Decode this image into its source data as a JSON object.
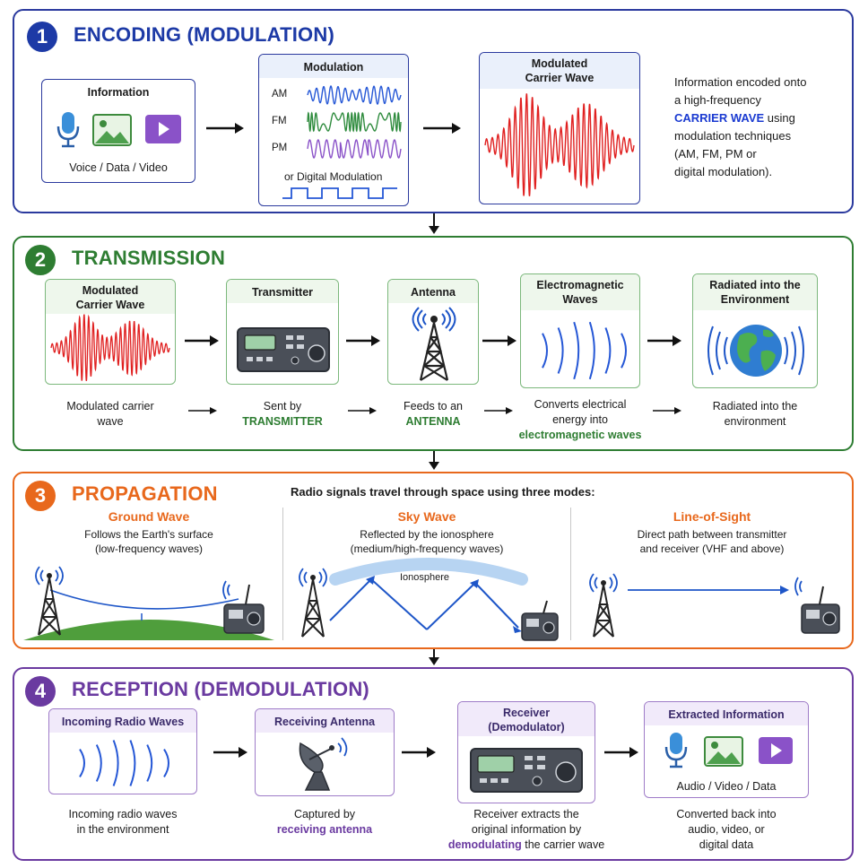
{
  "s1": {
    "number": "1",
    "title": "ENCODING (MODULATION)",
    "info_box": {
      "title": "Information",
      "caption": "Voice / Data / Video",
      "icons": [
        "microphone-icon",
        "image-icon",
        "video-play-icon"
      ]
    },
    "mod_box": {
      "title": "Modulation",
      "am": "AM",
      "fm": "FM",
      "pm": "PM",
      "digital": "or Digital Modulation"
    },
    "carrier_box": {
      "title_line1": "Modulated",
      "title_line2": "Carrier Wave"
    },
    "desc": {
      "l1": "Information encoded onto",
      "l2": "a high-frequency",
      "l3_hl": "CARRIER WAVE",
      "l3_rest": " using",
      "l4": "modulation techniques",
      "l5": "(AM, FM, PM or",
      "l6": "digital modulation)."
    }
  },
  "s2": {
    "number": "2",
    "title": "TRANSMISSION",
    "boxes": [
      {
        "title_line1": "Modulated",
        "title_line2": "Carrier Wave"
      },
      {
        "title_line1": "Transmitter",
        "title_line2": ""
      },
      {
        "title_line1": "Antenna",
        "title_line2": ""
      },
      {
        "title_line1": "Electromagnetic",
        "title_line2": "Waves"
      },
      {
        "title_line1": "Radiated into the",
        "title_line2": "Environment"
      }
    ],
    "captions": [
      {
        "l1": "Modulated carrier",
        "l2": "wave",
        "hl": ""
      },
      {
        "l1": "Sent by",
        "l2": "",
        "hl": "TRANSMITTER"
      },
      {
        "l1": "Feeds to an",
        "l2": "",
        "hl": "ANTENNA"
      },
      {
        "l1": "Converts electrical",
        "l2": "energy into",
        "hl": "electromagnetic waves"
      },
      {
        "l1": "Radiated into the",
        "l2": "environment",
        "hl": ""
      }
    ]
  },
  "s3": {
    "number": "3",
    "title": "PROPAGATION",
    "subtitle": "Radio signals travel through space using three modes:",
    "modes": [
      {
        "title": "Ground Wave",
        "d1": "Follows the Earth's surface",
        "d2": "(low-frequency waves)"
      },
      {
        "title": "Sky Wave",
        "d1": "Reflected by the ionosphere",
        "d2": "(medium/high-frequency waves)"
      },
      {
        "title": "Line-of-Sight",
        "d1": "Direct path between transmitter",
        "d2": "and receiver (VHF and above)"
      }
    ],
    "ionosphere_label": "Ionosphere"
  },
  "s4": {
    "number": "4",
    "title": "RECEPTION (DEMODULATION)",
    "boxes": [
      {
        "title_line1": "Incoming Radio Waves",
        "title_line2": ""
      },
      {
        "title_line1": "Receiving Antenna",
        "title_line2": ""
      },
      {
        "title_line1": "Receiver",
        "title_line2": "(Demodulator)"
      },
      {
        "title_line1": "Extracted Information",
        "title_line2": "",
        "caption": "Audio / Video / Data"
      }
    ],
    "captions": [
      {
        "l1": "Incoming radio waves",
        "l2": "in the environment",
        "l3": ""
      },
      {
        "l1": "Captured by",
        "l2_hl": "receiving antenna"
      },
      {
        "l1": "Receiver extracts the",
        "l2": "original information by",
        "l3_hl": "demodulating",
        "l3_rest": " the carrier wave"
      },
      {
        "l1": "Converted back into",
        "l2": "audio, video, or",
        "l3": "digital data"
      }
    ]
  },
  "colors": {
    "s1": "#2b3a9e",
    "s2": "#2e7d32",
    "s3": "#e8681c",
    "s4": "#6a3aa0",
    "wave_red": "#e02020",
    "wave_blue": "#2557d6"
  }
}
